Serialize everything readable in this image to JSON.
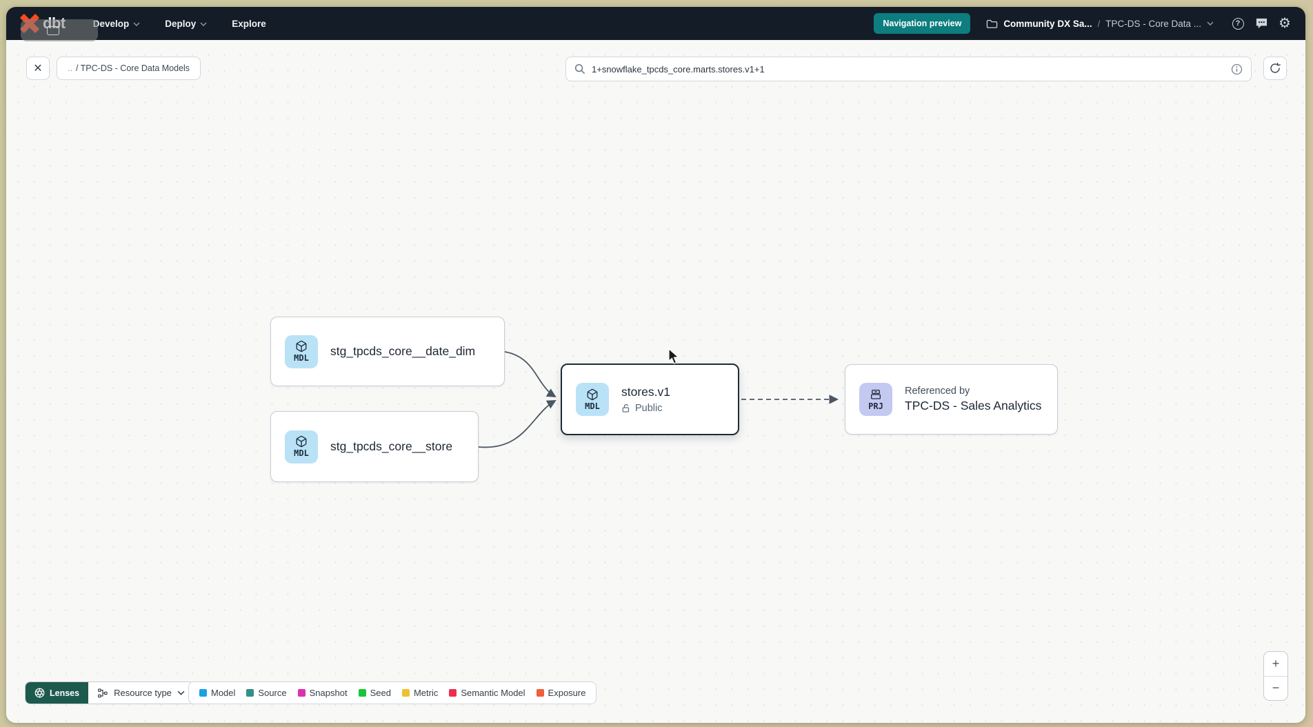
{
  "navbar": {
    "brand": "dbt",
    "menus": [
      {
        "label": "Develop"
      },
      {
        "label": "Deploy"
      },
      {
        "label": "Explore"
      }
    ],
    "preview_badge": "Navigation preview",
    "breadcrumb": {
      "project": "Community DX Sa...",
      "separator": "/",
      "section": "TPC-DS - Core Data ..."
    },
    "help_glyph": "?",
    "gear_glyph": "⚙"
  },
  "toolbar": {
    "close_glyph": "✕",
    "path_prefix": "..",
    "path_label": "/ TPC-DS - Core Data Models",
    "search": {
      "value": "1+snowflake_tpcds_core.marts.stores.v1+1"
    }
  },
  "graph": {
    "nodes": [
      {
        "badge": "MDL",
        "title": "stg_tpcds_core__date_dim"
      },
      {
        "badge": "MDL",
        "title": "stg_tpcds_core__store"
      },
      {
        "badge": "MDL",
        "title": "stores.v1",
        "subtitle": "Public",
        "selected": true
      },
      {
        "badge": "PRJ",
        "pretitle": "Referenced by",
        "title": "TPC-DS - Sales Analytics"
      }
    ]
  },
  "controls": {
    "lenses_label": "Lenses",
    "resource_type_label": "Resource type",
    "zoom_in": "+",
    "zoom_out": "−"
  },
  "legend": {
    "items": [
      {
        "label": "Model",
        "color": "#1ba0e8"
      },
      {
        "label": "Source",
        "color": "#338f8a"
      },
      {
        "label": "Snapshot",
        "color": "#df2fb1"
      },
      {
        "label": "Seed",
        "color": "#19c53d"
      },
      {
        "label": "Metric",
        "color": "#eec22f"
      },
      {
        "label": "Semantic Model",
        "color": "#ee2e50"
      },
      {
        "label": "Exposure",
        "color": "#f05e3c"
      }
    ]
  },
  "colors": {
    "navbar_bg": "#141d27",
    "preview_badge_bg": "#0d7d7f",
    "lenses_bg": "#1d5a4d",
    "mdl_badge_bg": "#b9e2f7",
    "prj_badge_bg": "#c4c9f2",
    "brand_orange": "#ff4a1f"
  }
}
